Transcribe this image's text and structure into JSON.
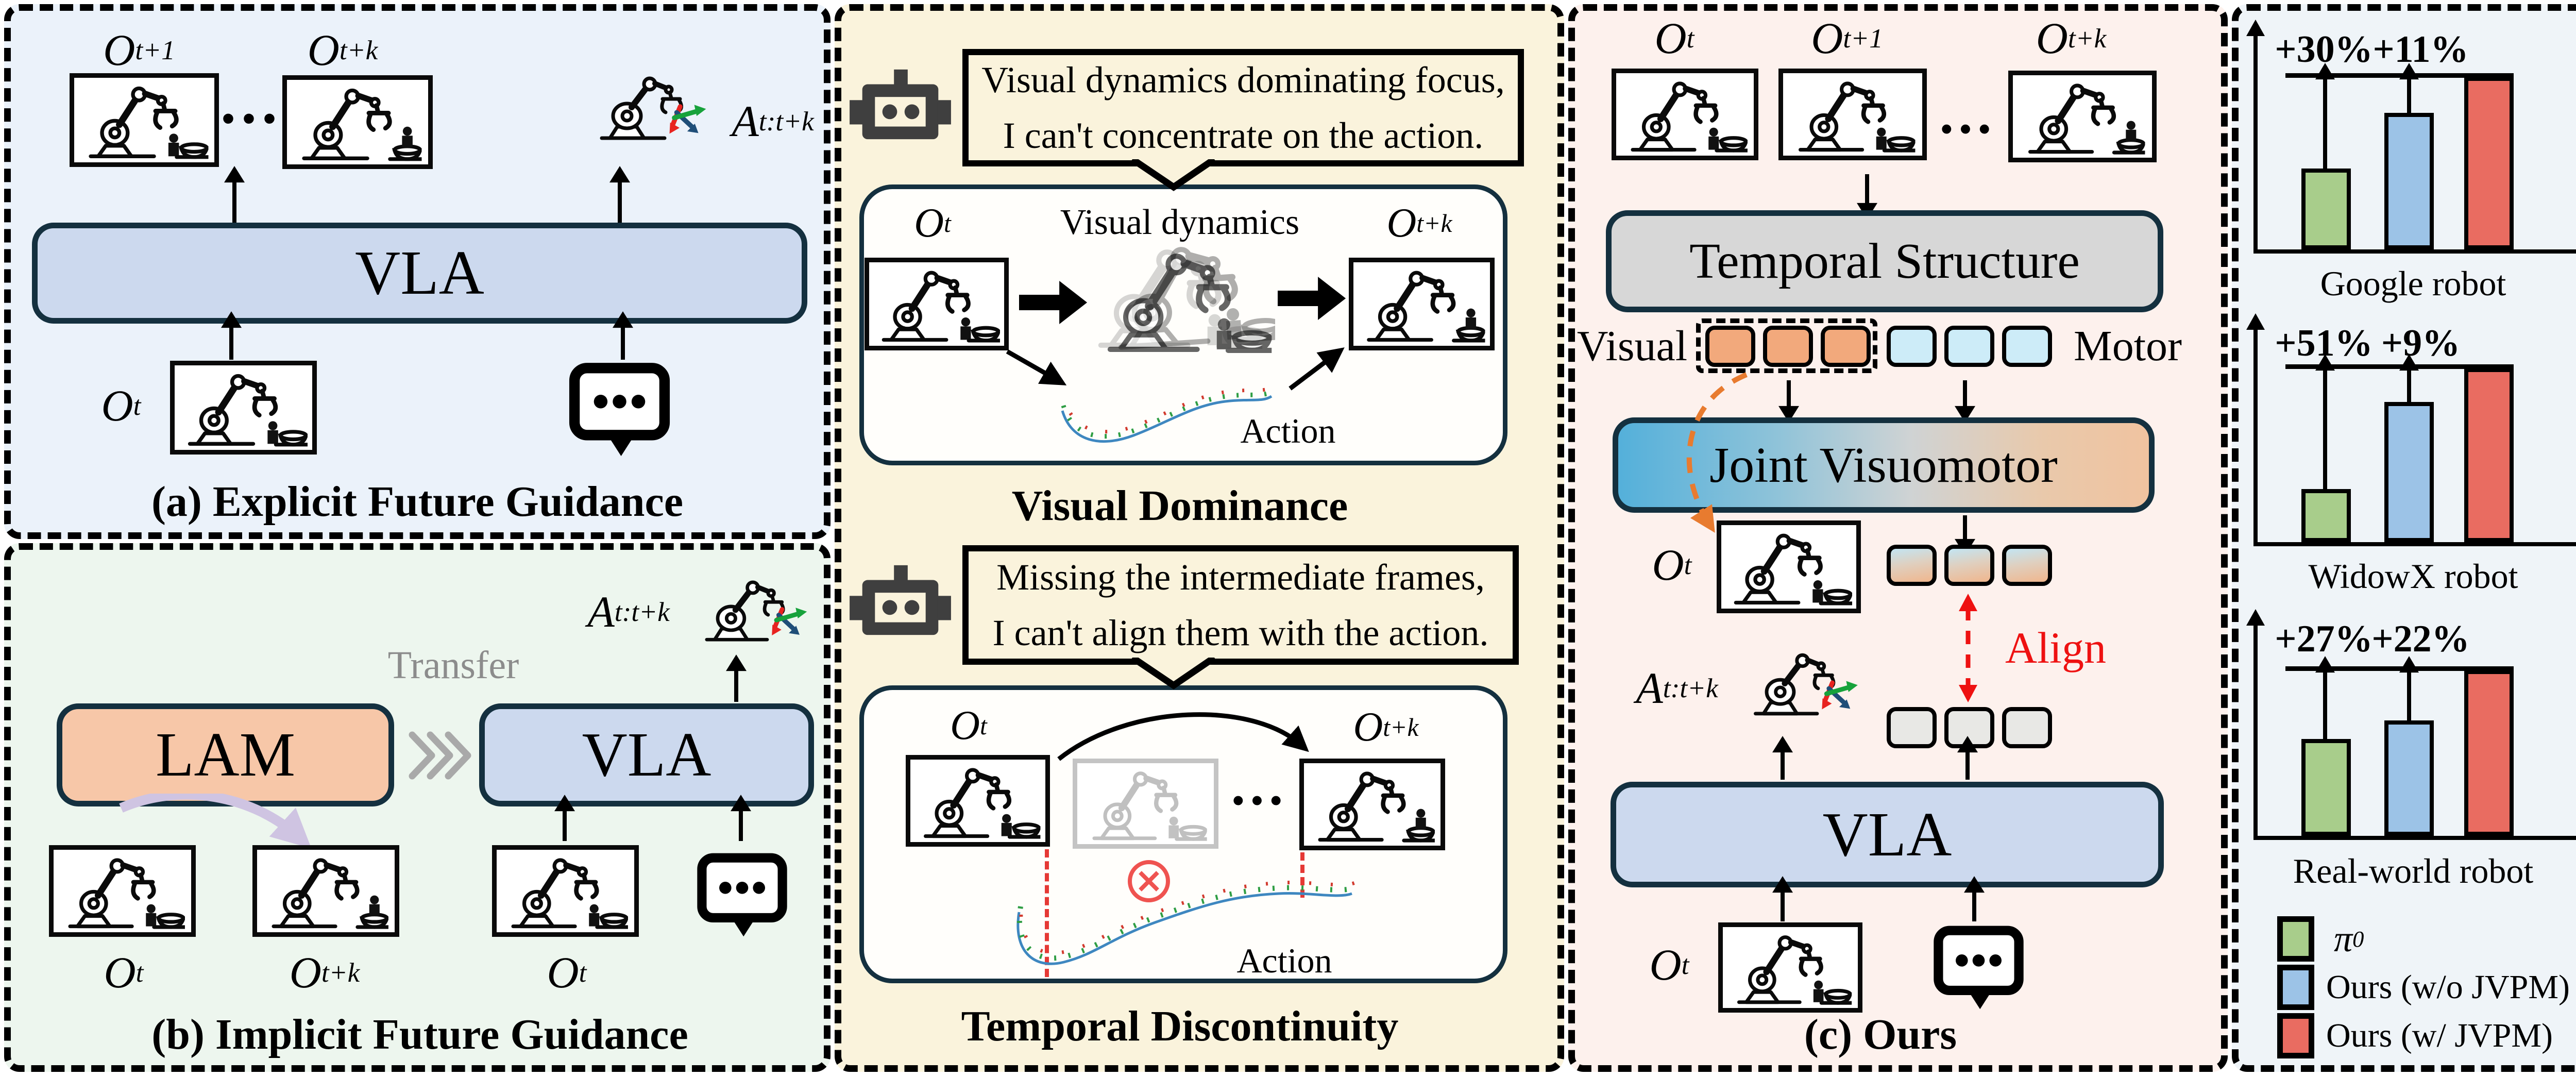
{
  "panel_a": {
    "title": "(a) Explicit Future Guidance",
    "vla": "VLA",
    "obs_next": {
      "base": "O",
      "sub": "t+1"
    },
    "ellipsis": "···",
    "obs_future": {
      "base": "O",
      "sub": "t+k"
    },
    "action": {
      "base": "A",
      "sub": "t:t+k"
    },
    "obs_current": {
      "base": "O",
      "sub": "t"
    }
  },
  "panel_b": {
    "title": "(b) Implicit Future Guidance",
    "lam": "LAM",
    "vla": "VLA",
    "transfer": "Transfer",
    "action": {
      "base": "A",
      "sub": "t:t+k"
    },
    "obs_current": {
      "base": "O",
      "sub": "t"
    },
    "obs_future": {
      "base": "O",
      "sub": "t+k"
    },
    "obs_current_vla": {
      "base": "O",
      "sub": "t"
    }
  },
  "visual_dominance": {
    "speech_line1": "Visual dynamics dominating focus,",
    "speech_line2": "I can't concentrate on the action.",
    "obs_current": {
      "base": "O",
      "sub": "t"
    },
    "dynamics_label": "Visual dynamics",
    "obs_future": {
      "base": "O",
      "sub": "t+k"
    },
    "action_label": "Action",
    "title": "Visual Dominance"
  },
  "temporal_discontinuity": {
    "speech_line1": "Missing the intermediate frames,",
    "speech_line2": "I can't align them with the action.",
    "obs_current": {
      "base": "O",
      "sub": "t"
    },
    "ellipsis": "···",
    "obs_future": {
      "base": "O",
      "sub": "t+k"
    },
    "action_label": "Action",
    "title": "Temporal Discontinuity"
  },
  "panel_c": {
    "title": "(c) Ours",
    "obs_current": {
      "base": "O",
      "sub": "t"
    },
    "obs_next": {
      "base": "O",
      "sub": "t+1"
    },
    "ellipsis": "···",
    "obs_future": {
      "base": "O",
      "sub": "t+k"
    },
    "temporal_structure": "Temporal Structure",
    "visual_label": "Visual",
    "motor_label": "Motor",
    "joint_visuomotor": "Joint Visuomotor",
    "obs_recon": {
      "base": "O",
      "sub": "t"
    },
    "align_label": "Align",
    "action": {
      "base": "A",
      "sub": "t:t+k"
    },
    "vla": "VLA",
    "obs_input": {
      "base": "O",
      "sub": "t"
    }
  },
  "right_panel": {
    "charts": [
      {
        "name": "Google robot",
        "gains": [
          "+30%",
          "+11%"
        ],
        "bars": [
          {
            "series": "pi0",
            "h_pct": 38
          },
          {
            "series": "ours_wo_jvpm",
            "h_pct": 64
          },
          {
            "series": "ours_w_jvpm",
            "h_pct": 81
          }
        ],
        "gain_arrows": [
          {
            "bottom_pct": 38,
            "span_pct": 43
          },
          {
            "bottom_pct": 64,
            "span_pct": 17
          }
        ]
      },
      {
        "name": "WidowX robot",
        "gains": [
          "+51%",
          "+9%"
        ],
        "bars": [
          {
            "series": "pi0",
            "h_pct": 25
          },
          {
            "series": "ours_wo_jvpm",
            "h_pct": 66
          },
          {
            "series": "ours_w_jvpm",
            "h_pct": 82
          }
        ],
        "gain_arrows": [
          {
            "bottom_pct": 25,
            "span_pct": 57
          },
          {
            "bottom_pct": 66,
            "span_pct": 16
          }
        ]
      },
      {
        "name": "Real-world robot",
        "gains": [
          "+27%",
          "+22%"
        ],
        "bars": [
          {
            "series": "pi0",
            "h_pct": 46
          },
          {
            "series": "ours_wo_jvpm",
            "h_pct": 55
          },
          {
            "series": "ours_w_jvpm",
            "h_pct": 79
          }
        ],
        "gain_arrows": [
          {
            "bottom_pct": 46,
            "span_pct": 33
          },
          {
            "bottom_pct": 55,
            "span_pct": 24
          }
        ]
      }
    ],
    "legend": [
      {
        "label_base": "π",
        "label_sub": "0",
        "color": "#a8cd8b"
      },
      {
        "label": "Ours (w/o JVPM)",
        "color": "#9cc3e7"
      },
      {
        "label": "Ours (w/ JVPM)",
        "color": "#e96c61"
      }
    ]
  },
  "chart_data": [
    {
      "type": "bar",
      "title": "Google robot",
      "categories": [
        "π0",
        "Ours (w/o JVPM)",
        "Ours (w/ JVPM)"
      ],
      "values_relative": [
        0.38,
        0.64,
        0.81
      ],
      "annotations": {
        "gain_over_pi0": "+30%",
        "gain_over_ours_wo_jvpm": "+11%"
      },
      "xlabel": "Google robot",
      "ylabel": "",
      "grid": false,
      "axis_tick_labels": "none"
    },
    {
      "type": "bar",
      "title": "WidowX robot",
      "categories": [
        "π0",
        "Ours (w/o JVPM)",
        "Ours (w/ JVPM)"
      ],
      "values_relative": [
        0.25,
        0.66,
        0.82
      ],
      "annotations": {
        "gain_over_pi0": "+51%",
        "gain_over_ours_wo_jvpm": "+9%"
      },
      "xlabel": "WidowX robot",
      "ylabel": "",
      "grid": false,
      "axis_tick_labels": "none"
    },
    {
      "type": "bar",
      "title": "Real-world robot",
      "categories": [
        "π0",
        "Ours (w/o JVPM)",
        "Ours (w/ JVPM)"
      ],
      "values_relative": [
        0.46,
        0.55,
        0.79
      ],
      "annotations": {
        "gain_over_pi0": "+27%",
        "gain_over_ours_wo_jvpm": "+22%"
      },
      "xlabel": "Real-world robot",
      "ylabel": "",
      "grid": false,
      "axis_tick_labels": "none"
    }
  ],
  "colors": {
    "panel_a_bg": "#ebf2fa",
    "panel_b_bg": "#edf6ee",
    "panel_mid_bg": "#faf3dc",
    "panel_c_bg": "#fdf1ed",
    "panel_right_bg": "#eff4f8",
    "vla_fill": "#ccd9ee",
    "lam_fill": "#f7c7a8",
    "temporal_structure_fill": "#d7d7d7",
    "joint_visuomotor_left": "#54b0da",
    "joint_visuomotor_right": "#f0c3a0",
    "visual_token": "#f2a97c",
    "motor_token": "#cdecf8",
    "action_token": "#e8e8e5",
    "bar_green": "#a8cd8b",
    "bar_blue": "#9cc3e7",
    "bar_red": "#e96c61",
    "align_red": "#ee1111",
    "orange_arrow": "#e87b2f",
    "transfer_gray": "#8c8c8c",
    "module_border": "#14303f"
  },
  "icons": {
    "robot-scene-icon": "outlined robot arm with figurine object and bowl",
    "robot-arm-action-icon": "outlined robot arm with red/green/blue action arrows",
    "action-arrows-icon": "red, green and navy direction arrows cluster",
    "speech-bubble-icon": "black outlined speech bubble with three dots",
    "robot-head-icon": "dark gray robot head with antenna and two eyes",
    "cross-circle-icon": "red circled cross ⊗",
    "chevron-triple-icon": "gray ❯❯❯ transfer chevrons",
    "ghost-dynamics-icon": "overlapping faded robot arms (visual dynamics)"
  }
}
